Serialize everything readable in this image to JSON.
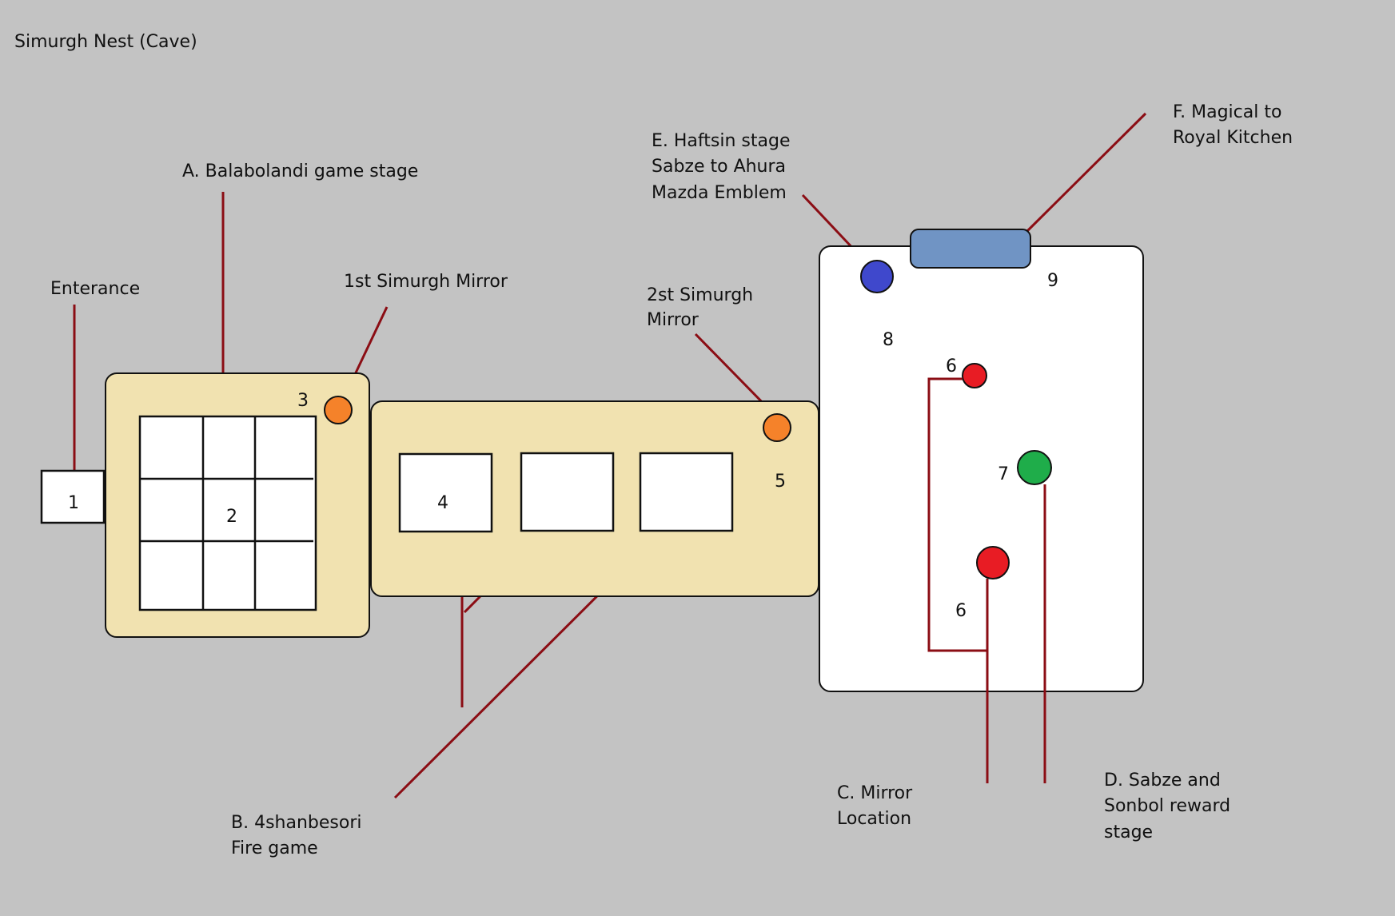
{
  "title": "Simurgh Nest (Cave)",
  "colors": {
    "background": "#c3c3c3",
    "room_tan": "#f1e2b0",
    "leader_line": "#8b0d14",
    "mirror_orange": "#f5822a",
    "mirror_red": "#e81c24",
    "reward_green": "#1fad4a",
    "emblem_blue": "#3f48cc",
    "portal_blue": "#7094c4"
  },
  "labels": {
    "entrance": "Enterance",
    "stage_a": "A. Balabolandi game stage",
    "mirror_1": "1st Simurgh Mirror",
    "mirror_2_line1": "2st Simurgh",
    "mirror_2_line2": "Mirror",
    "stage_b_line1": "B. 4shanbesori",
    "stage_b_line2": "Fire game",
    "stage_c_line1": "C. Mirror",
    "stage_c_line2": "Location",
    "stage_d_line1": "D. Sabze and",
    "stage_d_line2": "Sonbol reward",
    "stage_d_line3": "stage",
    "stage_e_line1": "E. Haftsin stage",
    "stage_e_line2": "Sabze to Ahura",
    "stage_e_line3": "Mazda Emblem",
    "stage_f_line1": "F. Magical to",
    "stage_f_line2": "Royal Kitchen"
  },
  "numbers": {
    "n1": "1",
    "n2": "2",
    "n3": "3",
    "n4": "4",
    "n5": "5",
    "n6_top": "6",
    "n6_bottom": "6",
    "n7": "7",
    "n8": "8",
    "n9": "9"
  }
}
